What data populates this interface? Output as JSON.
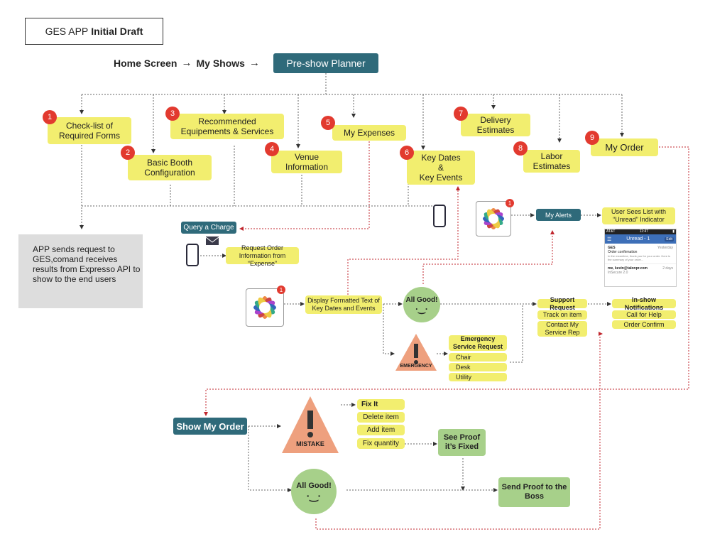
{
  "title": {
    "normal": "GES APP",
    "bold": "Initial Draft"
  },
  "nav": {
    "home": "Home Screen",
    "arrow": "→",
    "shows": "My Shows",
    "planner": "Pre-show Planner"
  },
  "cards": {
    "c1": {
      "num": "1",
      "label": "Check-list of Required Forms"
    },
    "c2": {
      "num": "2",
      "label": "Basic Booth Configuration"
    },
    "c3": {
      "num": "3",
      "label": "Recommended Equipements & Services"
    },
    "c4": {
      "num": "4",
      "label": "Venue Information"
    },
    "c5": {
      "num": "5",
      "label": "My Expenses"
    },
    "c6": {
      "num": "6",
      "line1": "Key Dates",
      "line2": "&",
      "line3": "Key Events"
    },
    "c7": {
      "num": "7",
      "label": "Delivery Estimates"
    },
    "c8": {
      "num": "8",
      "label": "Labor Estimates"
    },
    "c9": {
      "num": "9",
      "label": "My Order"
    }
  },
  "api_note": "APP sends request to GES,comand receives results from Expresso API to show to the end users",
  "query_charge": "Query a Charge",
  "request_order": "Request Order Information from “Expense”",
  "display_formatted": "Display Formatted Text of Key Dates and Events",
  "badge_one": "1",
  "all_good_small": "All Good!",
  "emergency": {
    "label": "EMERGENCY",
    "header": "Emergency Service Request",
    "items": [
      "Chair",
      "Desk",
      "Utility"
    ]
  },
  "support": {
    "header": "Support Request",
    "track": "Track on item",
    "contact": "Contact My Service Rep"
  },
  "inshow": {
    "header": "In-show Notifications",
    "help": "Call for Help",
    "confirm": "Order Confirm"
  },
  "my_alerts": "My Alerts",
  "user_sees": "User Sees List with “Unread” Indicator",
  "screenshot": {
    "status_left": "AT&T",
    "status_time": "11:47",
    "header": "Unread - 1",
    "edit": "Edit",
    "msg1_from": "GES",
    "msg1_subject": "Order confirmation",
    "msg1_body": "In the meantime, thank you for your order. Here is the summary of your order...",
    "msg1_date": "Yesterday",
    "msg2_from": "me, kevin@talonpr.com",
    "msg2_subject": "InSecure 2.0",
    "msg2_date": "2 days"
  },
  "show_my_order": "Show My Order",
  "mistake": "MISTAKE",
  "fix": {
    "header": "Fix It",
    "items": [
      "Delete item",
      "Add item",
      "Fix quantity"
    ]
  },
  "see_proof": "See Proof it’s Fixed",
  "all_good_big": "All Good!",
  "send_proof": "Send Proof to the Boss",
  "colors": {
    "teal": "#2f6a7a",
    "yellow": "#f2ee6f",
    "badge_red": "#e23a2f",
    "green": "#a7d08a",
    "mistake_orange": "#eea07e"
  }
}
